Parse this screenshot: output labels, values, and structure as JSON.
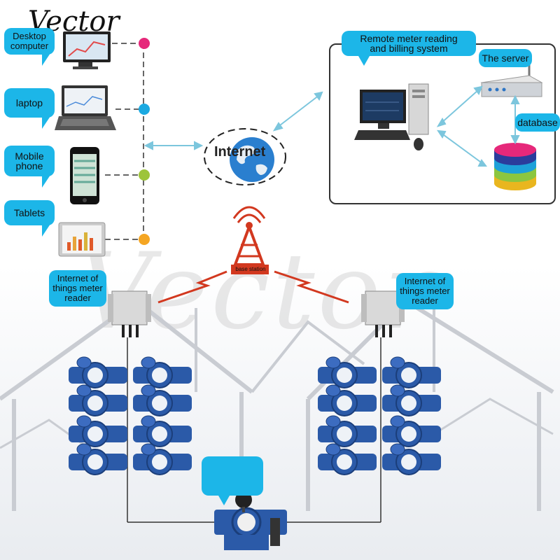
{
  "brand": "Vector",
  "watermark": "Vector",
  "devices": [
    {
      "label": "Desktop\ncomputer",
      "dot": "#e6287a"
    },
    {
      "label": "laptop",
      "dot": "#1ba9e1"
    },
    {
      "label": "Mobile\nphone",
      "dot": "#9dc43a"
    },
    {
      "label": "Tablets",
      "dot": "#f5a623"
    }
  ],
  "internet": "Internet",
  "system": {
    "title": "Remote meter reading\nand billing system",
    "server": "The server",
    "database": "database"
  },
  "base_station": "base station",
  "readers": [
    "Internet of\nthings meter\nreader",
    "Internet of\nthings meter\nreader"
  ],
  "colors": {
    "bubble": "#1cb6e8",
    "arrow": "#7cc6dd",
    "signal": "#d2381f",
    "meter": "#2b5aa8"
  }
}
